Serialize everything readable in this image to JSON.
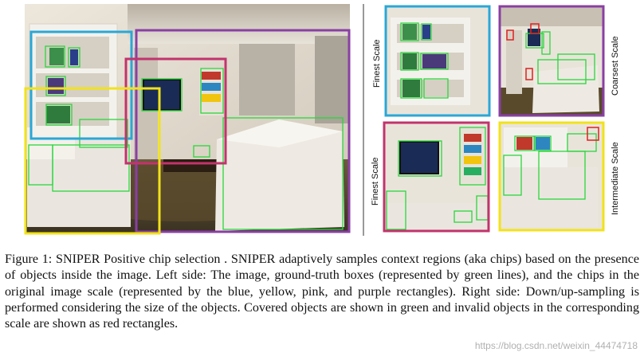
{
  "figure": {
    "labels": {
      "finest_scale_top": "Finest Scale",
      "coarsest_scale": "Coarsest Scale",
      "finest_scale_bottom": "Finest Scale",
      "intermediate_scale": "Intermediate Scale"
    },
    "colors": {
      "blue_chip": "#2aa7d6",
      "yellow_chip": "#f2e21a",
      "pink_chip": "#c2336c",
      "purple_chip": "#8a3fa3",
      "ground_truth": "#2ad63c",
      "invalid": "#e02020"
    },
    "caption": "Figure 1: SNIPER Positive chip selection . SNIPER adaptively samples context regions (aka chips) based on the presence of objects inside the image. Left side: The image, ground-truth boxes (represented by green lines), and the chips in the original image scale (represented by the blue, yellow, pink, and purple rectangles). Right side: Down/up-sampling is performed considering the size of the objects. Covered objects are shown in green and invalid objects in the corresponding scale are shown as red rectangles.",
    "watermark": "https://blog.csdn.net/weixin_44474718"
  }
}
